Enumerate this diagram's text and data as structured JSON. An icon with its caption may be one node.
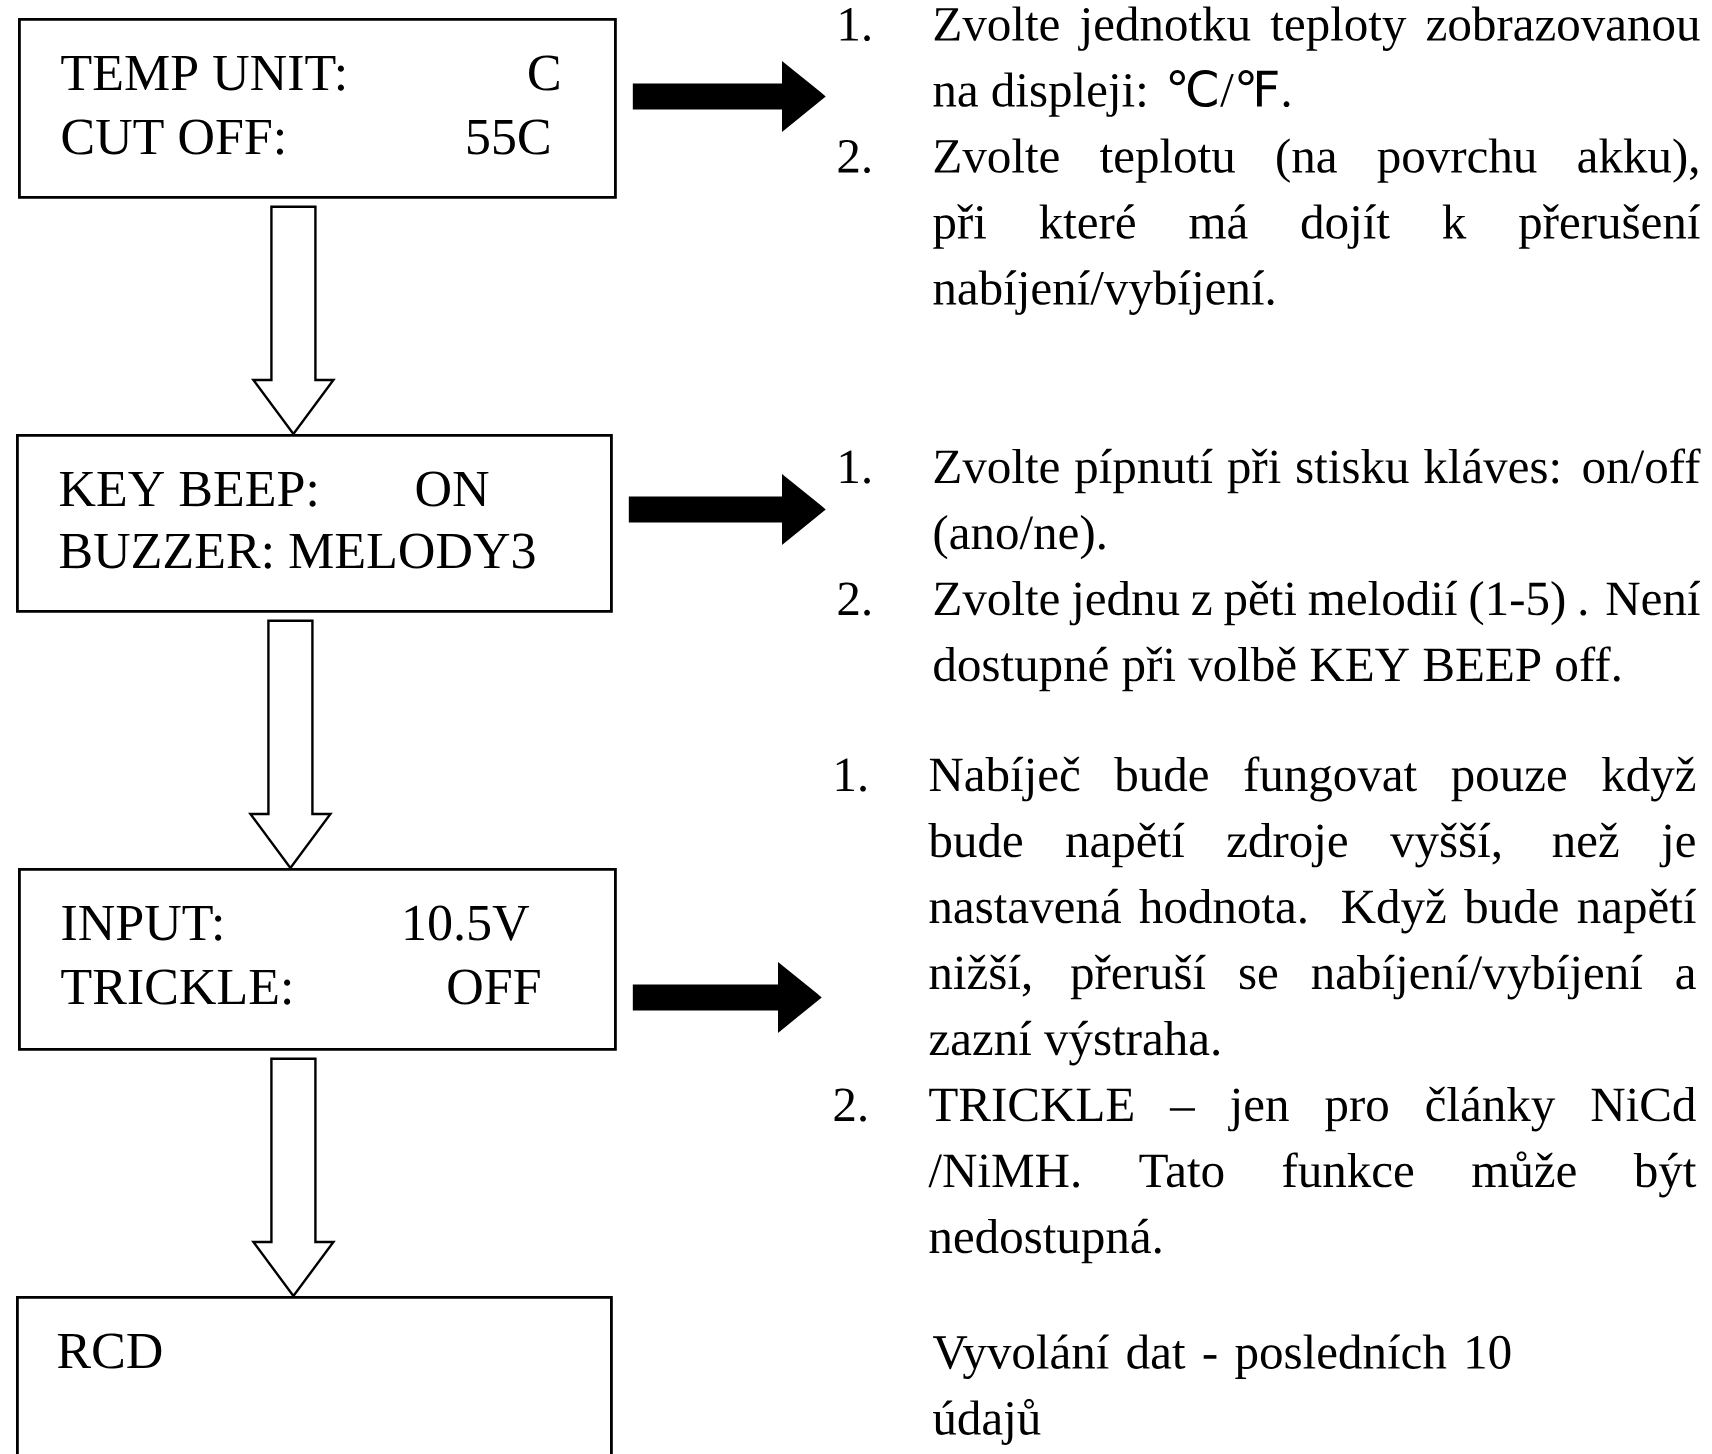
{
  "diagram": {
    "nodes": [
      {
        "text": [
          "TEMP UNIT:",
          "C",
          "CUT OFF:",
          "55C"
        ]
      },
      {
        "text": [
          "1.",
          "Zvolte jednotku teploty zobrazovanou na displeji: ℃/℉.",
          "2.",
          "Zvolte teplotu (na povrchu akku), při které má dojít k přerušení nabíjení/vybíjení."
        ]
      },
      {
        "text": [
          "KEY BEEP:",
          "ON",
          "BUZZER: MELODY3"
        ]
      },
      {
        "text": [
          "1.",
          "Zvolte pípnutí při stisku kláves: on/off (ano/ne).",
          "2.",
          "Zvolte jednu z pěti melodií (1-5) . Není dostupné při volbě KEY BEEP off."
        ]
      },
      {
        "text": [
          "INPUT:",
          "10.5V",
          "TRICKLE:",
          "OFF"
        ]
      },
      {
        "text": [
          "1.",
          "Nabíječ bude fungovat pouze když bude napětí zdroje vyšší, než je nastavená hodnota. Když bude napětí nižší, přeruší se nabíjení/vybíjení a zazní výstraha.",
          "2.",
          "TRICKLE – jen pro články NiCd /NiMH. Tato funkce může být nedostupná."
        ]
      },
      {
        "text": [
          "RCD"
        ]
      }
    ],
    "edges": [
      {
        "from": 0,
        "to": 1,
        "arrow": "to"
      },
      {
        "from": 0,
        "to": 2,
        "arrow": "to"
      },
      {
        "from": 2,
        "to": 3,
        "arrow": "to"
      },
      {
        "from": 2,
        "to": 4,
        "arrow": "to"
      },
      {
        "from": 4,
        "to": 5,
        "arrow": "to"
      },
      {
        "from": 4,
        "to": 6,
        "arrow": "to"
      }
    ],
    "labels": [
      "Vyvolání dat - posledních 10 údajů"
    ]
  }
}
